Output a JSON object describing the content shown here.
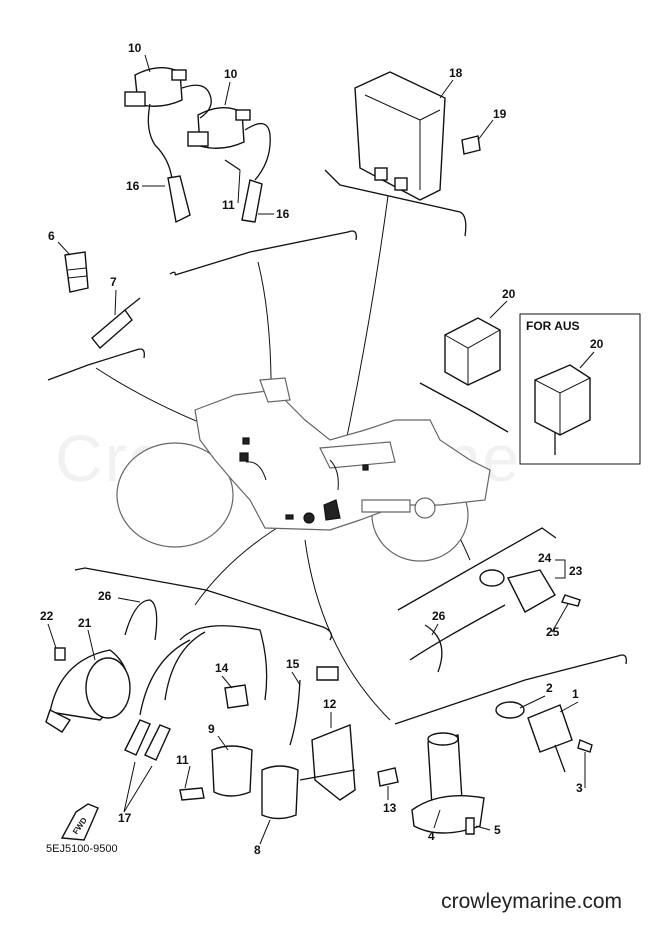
{
  "watermark": "CrowleyMarine",
  "part_code": "5EJ5100-9500",
  "site_url": "crowleymarine.com",
  "fwd_arrow_label": "FWD",
  "for_aus_label": "FOR AUS",
  "callouts": [
    "10",
    "10",
    "18",
    "19",
    "16",
    "11",
    "16",
    "6",
    "7",
    "20",
    "20",
    "24",
    "23",
    "26",
    "25",
    "22",
    "21",
    "26",
    "14",
    "15",
    "12",
    "2",
    "1",
    "9",
    "11",
    "13",
    "3",
    "17",
    "8",
    "4",
    "5"
  ]
}
